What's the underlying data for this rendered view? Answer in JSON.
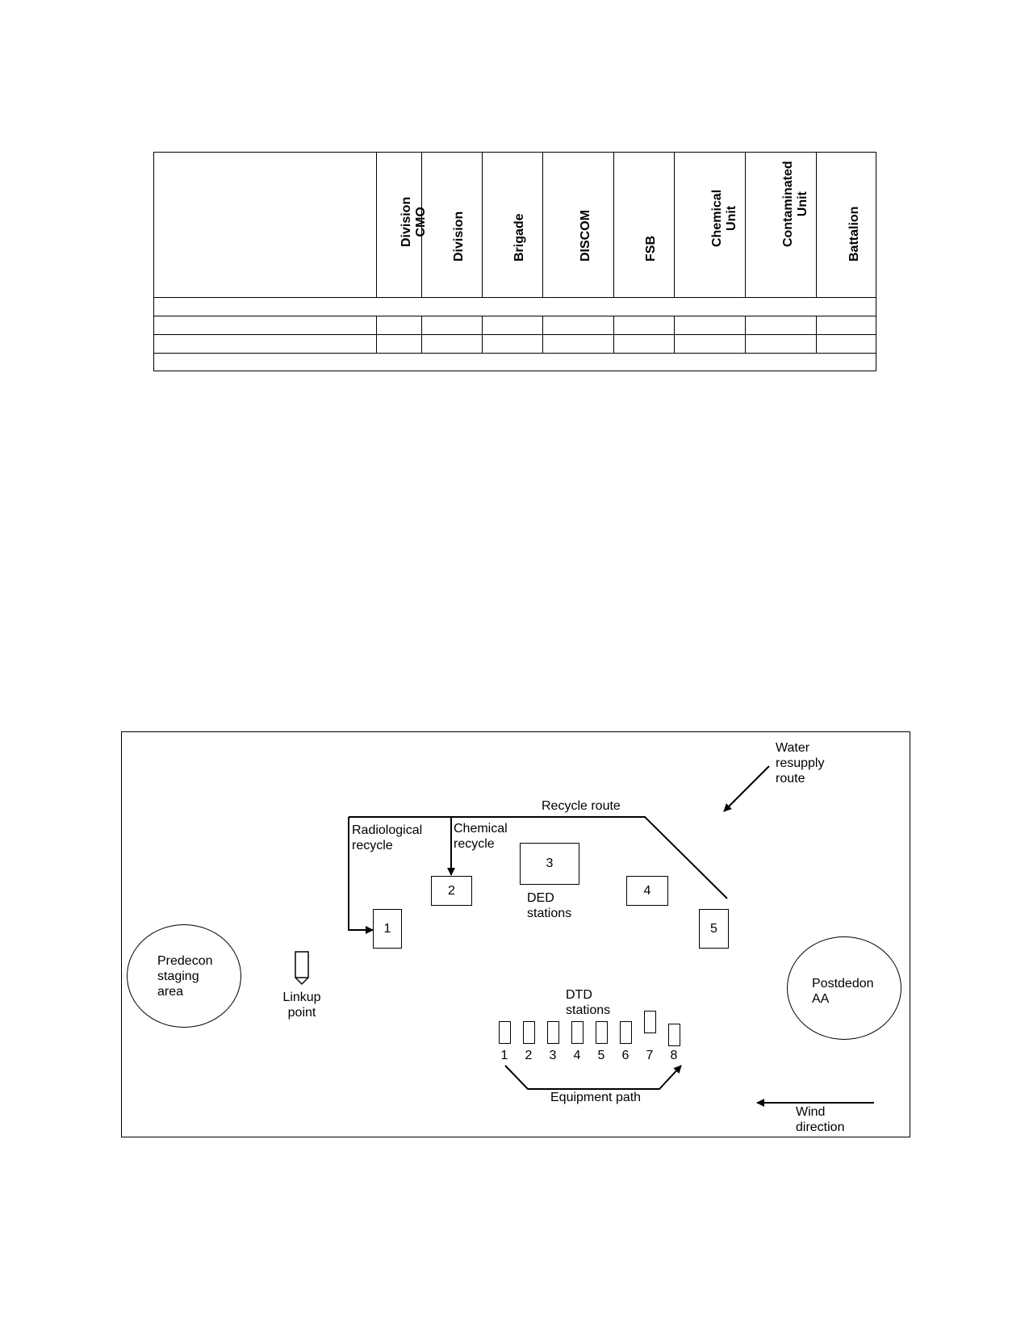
{
  "table": {
    "columns": [
      "Division CMO",
      "Division",
      "Brigade",
      "DISCOM",
      "FSB",
      "Chemical Unit",
      "Contaminated\nUnit",
      "Battalion"
    ]
  },
  "diagram": {
    "labels": {
      "water_resupply": "Water\nresupply\nroute",
      "recycle_route": "Recycle route",
      "radiological_recycle": "Radiological\nrecycle",
      "chemical_recycle": "Chemical\nrecycle",
      "ded_stations": "DED\nstations",
      "predecon": "Predecon\nstaging\narea",
      "linkup": "Linkup\npoint",
      "dtd_stations": "DTD\nstations",
      "postdedon": "Postdedon\nAA",
      "equipment_path": "Equipment path",
      "wind_direction": "Wind\ndirection"
    },
    "ded_boxes": [
      "1",
      "2",
      "3",
      "4",
      "5"
    ],
    "dtd_numbers": [
      "1",
      "2",
      "3",
      "4",
      "5",
      "6",
      "7",
      "8"
    ]
  }
}
